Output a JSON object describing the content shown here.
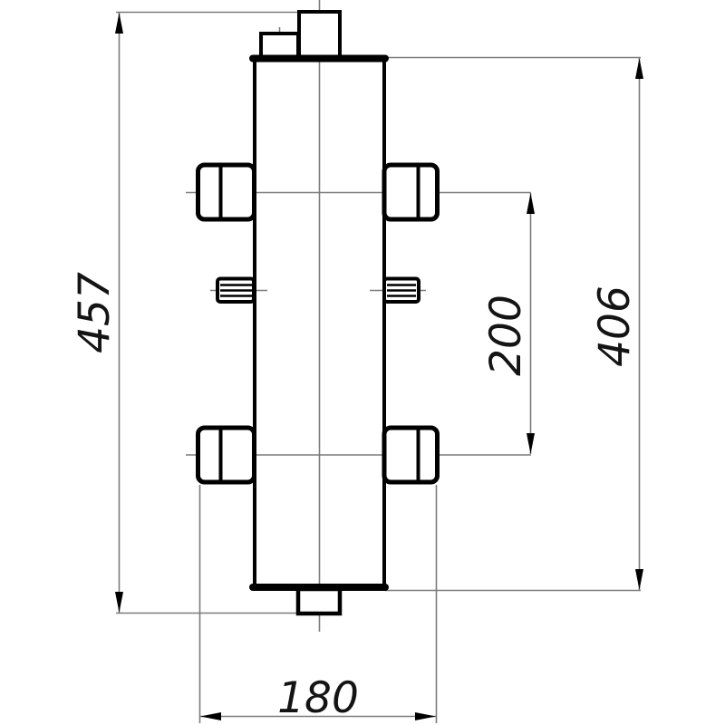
{
  "drawing": {
    "background_color": "#ffffff",
    "outline_color": "#000000",
    "thin_line_color": "#7b7b7b",
    "label_color": "#141414",
    "dimension_labels": {
      "overall_height": "457",
      "body_height": "406",
      "port_spacing": "200",
      "overall_width": "180"
    }
  }
}
